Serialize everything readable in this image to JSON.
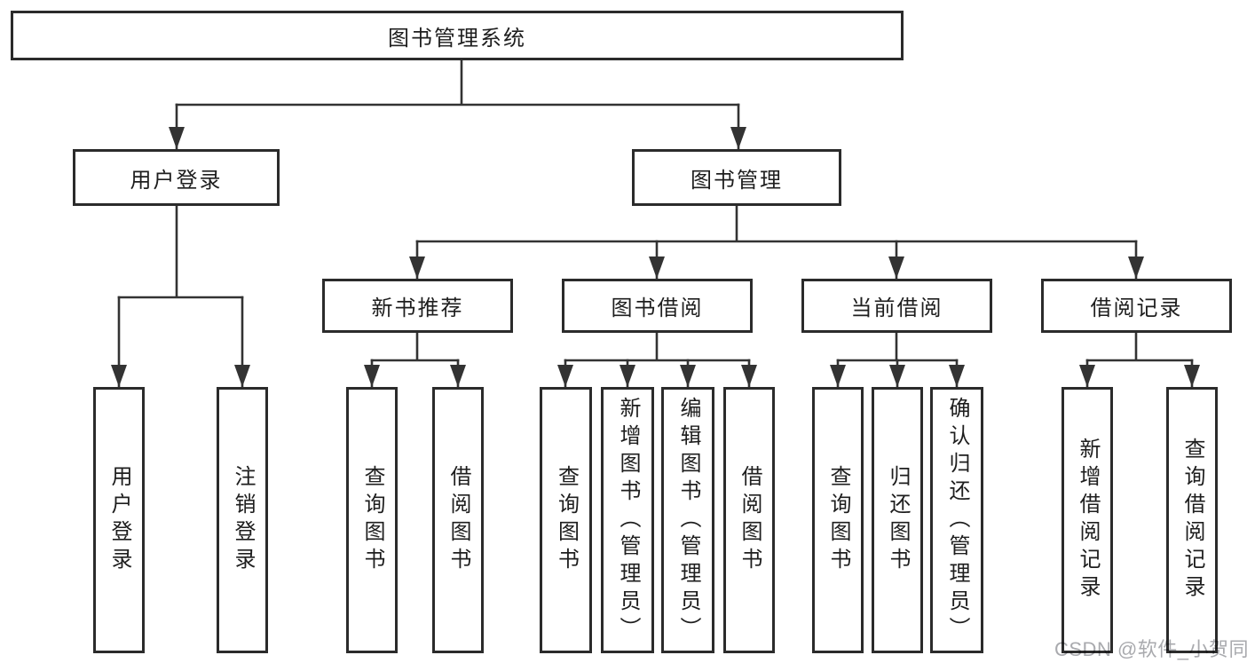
{
  "diagram_title": "图书管理系统",
  "nodes": {
    "root": {
      "label": "图书管理系统"
    },
    "level2": {
      "userLogin": {
        "label": "用户登录"
      },
      "bookManagement": {
        "label": "图书管理"
      }
    },
    "level3": {
      "newBookRecommend": {
        "label": "新书推荐"
      },
      "bookBorrow": {
        "label": "图书借阅"
      },
      "currentBorrow": {
        "label": "当前借阅"
      },
      "borrowRecords": {
        "label": "借阅记录"
      }
    },
    "leaves": {
      "userLogin": {
        "label": "用户登录"
      },
      "logout": {
        "label": "注销登录"
      },
      "queryBooksA": {
        "label": "查询图书"
      },
      "borrowBooksA": {
        "label": "借阅图书"
      },
      "queryBooksB": {
        "label": "查询图书"
      },
      "addBookAdmin": {
        "label": "新增图书（管理员）"
      },
      "editBookAdmin": {
        "label": "编辑图书（管理员）"
      },
      "borrowBooksB": {
        "label": "借阅图书"
      },
      "queryBooksC": {
        "label": "查询图书"
      },
      "returnBooks": {
        "label": "归还图书"
      },
      "confirmReturnAdmin": {
        "label": "确认归还（管理员）"
      },
      "addBorrowRecord": {
        "label": "新增借阅记录"
      },
      "queryBorrowRecord": {
        "label": "查询借阅记录"
      }
    }
  },
  "edges": [
    {
      "from": "图书管理系统",
      "to": "用户登录"
    },
    {
      "from": "图书管理系统",
      "to": "图书管理"
    },
    {
      "from": "用户登录",
      "to": "用户登录"
    },
    {
      "from": "用户登录",
      "to": "注销登录"
    },
    {
      "from": "图书管理",
      "to": "新书推荐"
    },
    {
      "from": "图书管理",
      "to": "图书借阅"
    },
    {
      "from": "图书管理",
      "to": "当前借阅"
    },
    {
      "from": "图书管理",
      "to": "借阅记录"
    },
    {
      "from": "新书推荐",
      "to": "查询图书"
    },
    {
      "from": "新书推荐",
      "to": "借阅图书"
    },
    {
      "from": "图书借阅",
      "to": "查询图书"
    },
    {
      "from": "图书借阅",
      "to": "新增图书（管理员）"
    },
    {
      "from": "图书借阅",
      "to": "编辑图书（管理员）"
    },
    {
      "from": "图书借阅",
      "to": "借阅图书"
    },
    {
      "from": "当前借阅",
      "to": "查询图书"
    },
    {
      "from": "当前借阅",
      "to": "归还图书"
    },
    {
      "from": "当前借阅",
      "to": "确认归还（管理员）"
    },
    {
      "from": "借阅记录",
      "to": "新增借阅记录"
    },
    {
      "from": "借阅记录",
      "to": "查询借阅记录"
    }
  ],
  "watermark": {
    "text": "CSDN @软件_小贺同学",
    "color": "#a9aaae"
  },
  "colors": {
    "line": "#333333",
    "box_border": "#2b2b2b",
    "text": "#1e1e1e",
    "background": "#ffffff"
  }
}
